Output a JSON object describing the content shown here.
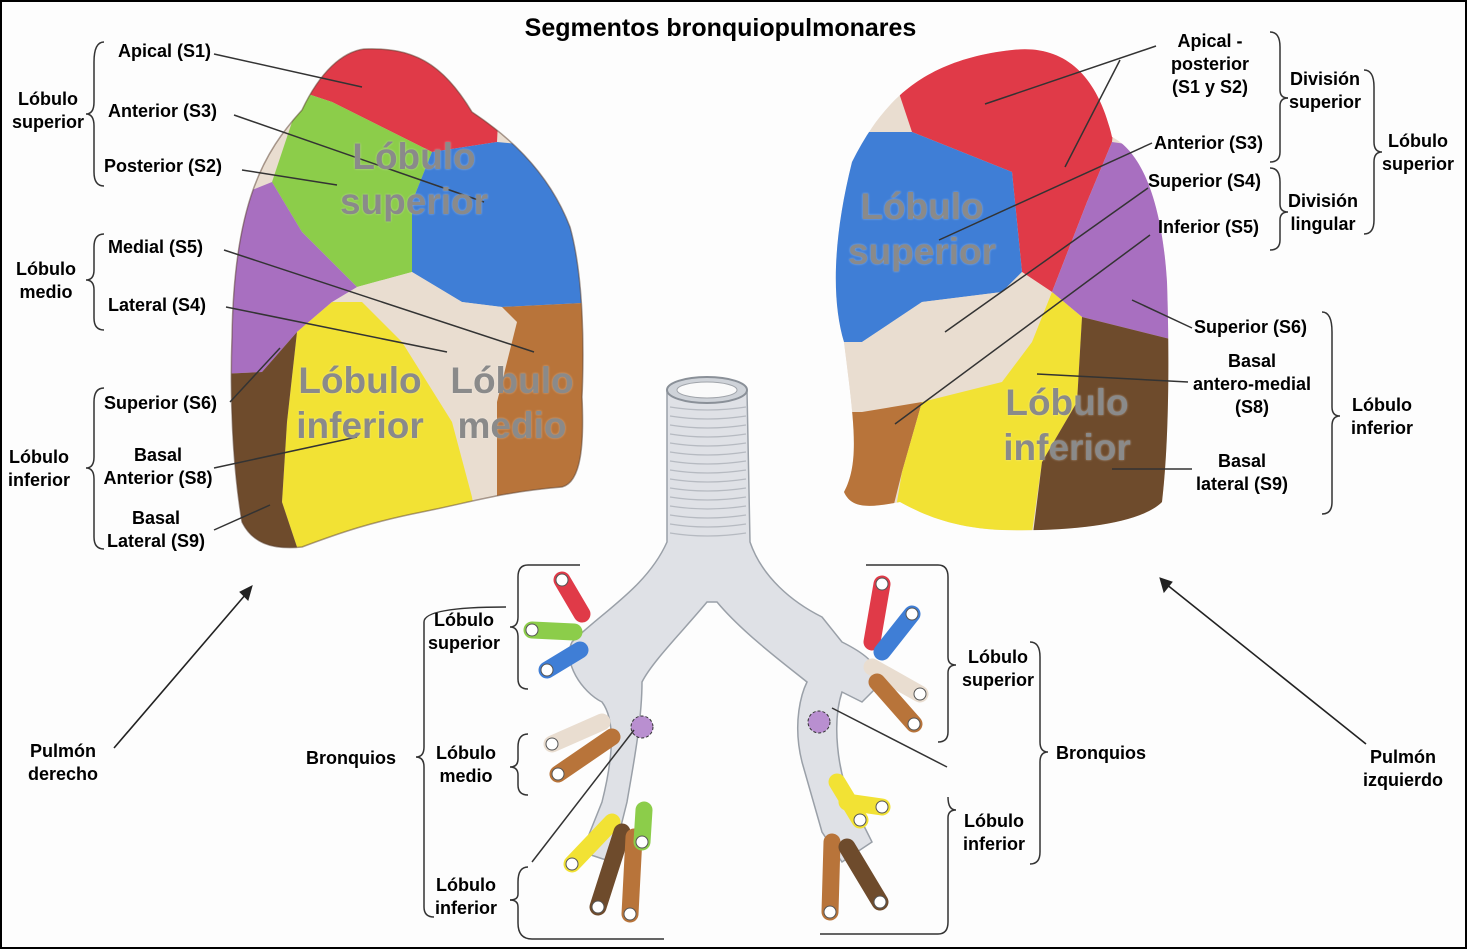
{
  "title": "Segmentos bronquiopulmonares",
  "colors": {
    "apical": "#e03a48",
    "anterior": "#3f7ed6",
    "posterior": "#8ccd4a",
    "medial": "#e9ddd0",
    "lateral_medio": "#b8743a",
    "superior_s6": "#a86fc0",
    "basal_anterior": "#f2e234",
    "basal_lateral": "#6e4b2c",
    "bronchus": "#dfe1e6"
  },
  "right_lung": {
    "segments": {
      "apical": "Apical (S1)",
      "anterior": "Anterior (S3)",
      "posterior": "Posterior (S2)",
      "medial": "Medial (S5)",
      "lateral": "Lateral (S4)",
      "superior": "Superior (S6)",
      "basal_anterior": "Basal\nAnterior (S8)",
      "basal_lateral": "Basal\nLateral (S9)"
    },
    "lobes": {
      "superior": "Lóbulo\nsuperior",
      "medio": "Lóbulo\nmedio",
      "inferior": "Lóbulo\ninferior"
    },
    "overlay": {
      "superior": "Lóbulo\nsuperior",
      "inferior": "Lóbulo\ninferior",
      "medio": "Lóbulo\nmedio"
    },
    "caption": "Pulmón\nderecho"
  },
  "left_lung": {
    "segments": {
      "apical_posterior": "Apical -\nposterior\n(S1 y S2)",
      "anterior": "Anterior (S3)",
      "superior_s4": "Superior (S4)",
      "inferior_s5": "Inferior (S5)",
      "superior_s6": "Superior (S6)",
      "basal_anteromedial": "Basal\nantero-medial\n(S8)",
      "basal_lateral": "Basal\nlateral (S9)"
    },
    "divisions": {
      "superior": "División\nsuperior",
      "lingular": "División\nlingular"
    },
    "lobes": {
      "superior": "Lóbulo\nsuperior",
      "inferior": "Lóbulo\ninferior"
    },
    "overlay": {
      "superior": "Lóbulo\nsuperior",
      "inferior": "Lóbulo\ninferior"
    },
    "caption": "Pulmón\nizquierdo"
  },
  "bronchi": {
    "right": {
      "superior": "Lóbulo\nsuperior",
      "medio": "Lóbulo\nmedio",
      "inferior": "Lóbulo\ninferior",
      "group": "Bronquios"
    },
    "left": {
      "superior": "Lóbulo\nsuperior",
      "inferior": "Lóbulo\ninferior",
      "group": "Bronquios"
    }
  }
}
